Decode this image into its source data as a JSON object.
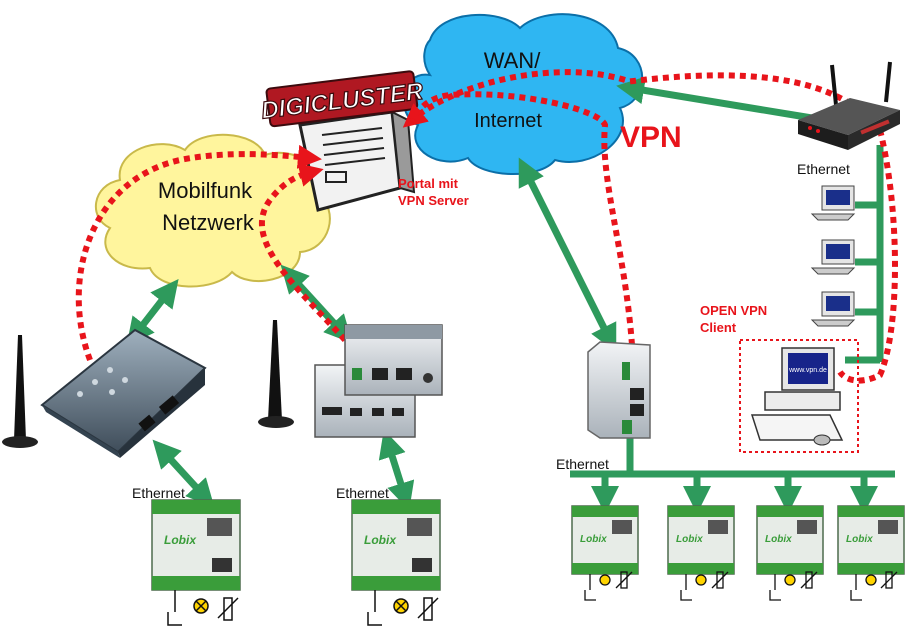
{
  "clouds": {
    "wan_line1": "WAN/",
    "wan_line2": "Internet",
    "mobile_line1": "Mobilfunk",
    "mobile_line2": "Netzwerk"
  },
  "server": {
    "logo": "DIGICLUSTER",
    "caption_line1": "Portal mit",
    "caption_line2": "VPN Server"
  },
  "vpn_label": "VPN",
  "client": {
    "caption_line1": "OPEN VPN",
    "caption_line2": "Client",
    "screen_text": "www.vpn.de"
  },
  "ethernet_labels": {
    "router_lan": "Ethernet",
    "modem_left": "Ethernet",
    "modem_middle": "Ethernet",
    "gateway_bus": "Ethernet"
  },
  "module_brand": "Lobix",
  "colors": {
    "green_link": "#2e9a5c",
    "vpn_red": "#e8141b",
    "wan_cloud": "#29b6f6",
    "mobile_cloud": "#fff59d",
    "module_green": "#3a9d3a"
  }
}
